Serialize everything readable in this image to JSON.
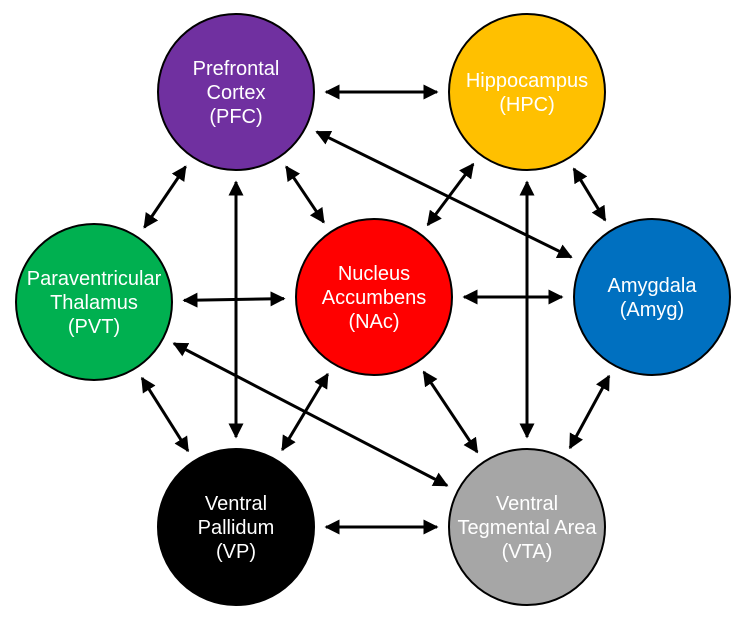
{
  "nodes": [
    {
      "id": "pfc",
      "lines": [
        "Prefrontal",
        "Cortex",
        "(PFC)"
      ],
      "fill": "#7030A0",
      "text_color": "#FFFFFF"
    },
    {
      "id": "hpc",
      "lines": [
        "Hippocampus",
        "(HPC)"
      ],
      "fill": "#FFC000",
      "text_color": "#FFFFFF"
    },
    {
      "id": "pvt",
      "lines": [
        "Paraventricular",
        "Thalamus",
        "(PVT)"
      ],
      "fill": "#00B050",
      "text_color": "#FFFFFF"
    },
    {
      "id": "nac",
      "lines": [
        "Nucleus",
        "Accumbens",
        "(NAc)"
      ],
      "fill": "#FF0000",
      "text_color": "#FFFFFF"
    },
    {
      "id": "amyg",
      "lines": [
        "Amygdala",
        "(Amyg)"
      ],
      "fill": "#0070C0",
      "text_color": "#FFFFFF"
    },
    {
      "id": "vp",
      "lines": [
        "Ventral",
        "Pallidum",
        "(VP)"
      ],
      "fill": "#000000",
      "text_color": "#FFFFFF"
    },
    {
      "id": "vta",
      "lines": [
        "Ventral",
        "Tegmental Area",
        "(VTA)"
      ],
      "fill": "#A6A6A6",
      "text_color": "#FFFFFF"
    }
  ],
  "edges": [
    {
      "from": "pfc",
      "to": "hpc",
      "direction": "both"
    },
    {
      "from": "pfc",
      "to": "pvt",
      "direction": "both"
    },
    {
      "from": "pfc",
      "to": "nac",
      "direction": "both"
    },
    {
      "from": "pfc",
      "to": "amyg",
      "direction": "both"
    },
    {
      "from": "pfc",
      "to": "vp",
      "direction": "both"
    },
    {
      "from": "hpc",
      "to": "nac",
      "direction": "both"
    },
    {
      "from": "hpc",
      "to": "amyg",
      "direction": "both"
    },
    {
      "from": "hpc",
      "to": "vta",
      "direction": "both"
    },
    {
      "from": "pvt",
      "to": "nac",
      "direction": "both"
    },
    {
      "from": "pvt",
      "to": "vp",
      "direction": "both"
    },
    {
      "from": "pvt",
      "to": "vta",
      "direction": "both"
    },
    {
      "from": "nac",
      "to": "amyg",
      "direction": "both"
    },
    {
      "from": "nac",
      "to": "vp",
      "direction": "both"
    },
    {
      "from": "nac",
      "to": "vta",
      "direction": "both"
    },
    {
      "from": "amyg",
      "to": "vta",
      "direction": "both"
    },
    {
      "from": "vp",
      "to": "vta",
      "direction": "both"
    }
  ]
}
